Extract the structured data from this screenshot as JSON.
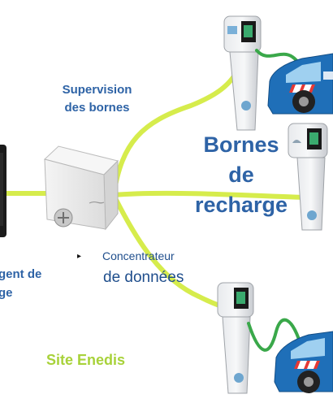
{
  "labels": {
    "supervision_line1": "Supervision",
    "supervision_line2": "des bornes",
    "bornes_line1": "Bornes",
    "bornes_line2": "de",
    "bornes_line3": "recharge",
    "concentrateur_line1": "Concentrateur",
    "concentrateur_line2": "de données",
    "agent_line1": "gent de",
    "agent_line2": "ge",
    "site": "Site Enedis"
  },
  "icons": {
    "bullet": "black-right-pointing-triangle",
    "concentrator": "concentrator-box",
    "phone": "mobile-phone",
    "charger": "charging-station",
    "car": "electric-car"
  },
  "colors": {
    "cable": "#d6ec4c",
    "title_blue": "#2e63a6",
    "site_green": "#a8d23a",
    "car_blue": "#1f6fb8",
    "charge_cable": "#3aa84a"
  },
  "markers": {
    "bullet": "▸"
  }
}
